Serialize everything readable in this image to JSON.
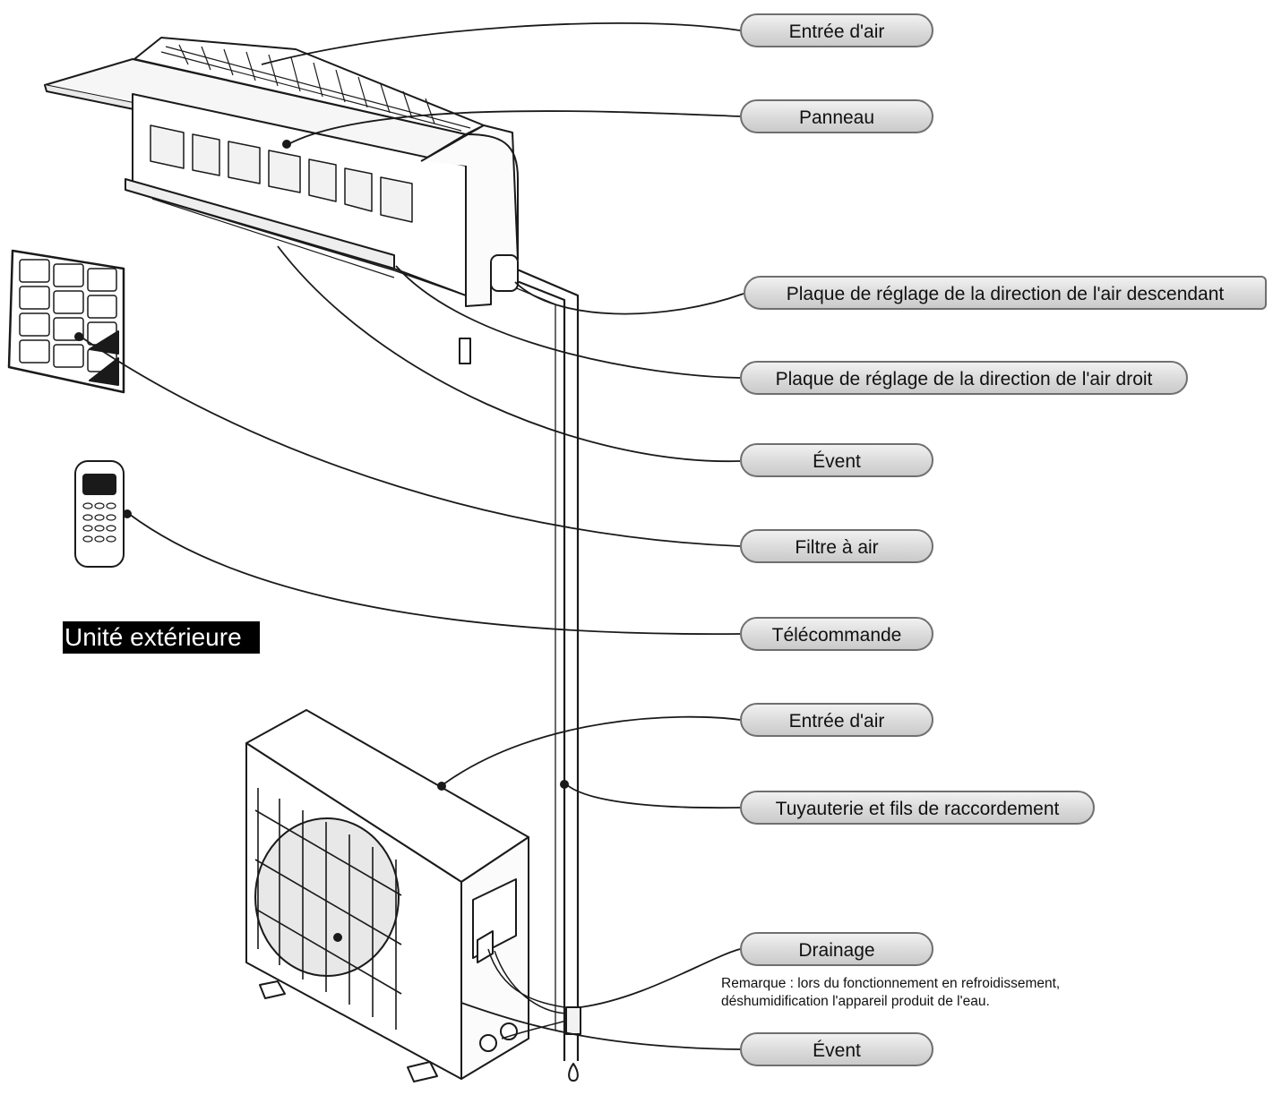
{
  "labels": {
    "air_intake_top": "Entrée d'air",
    "panel": "Panneau",
    "down_louver": "Plaque de réglage de la direction de l'air descendant",
    "right_louver": "Plaque de réglage de la direction de l'air droit",
    "vent_top": "Évent",
    "air_filter": "Filtre à air",
    "remote": "Télécommande",
    "air_intake_bottom": "Entrée d'air",
    "piping": "Tuyauterie et fils de raccordement",
    "drainage": "Drainage",
    "vent_bottom": "Évent"
  },
  "outdoor_title": "Unité extérieure",
  "note": "Remarque : lors du fonctionnement en refroidissement, déshumidification l'appareil produit de l'eau.",
  "colors": {
    "line": "#1a1a1a",
    "callout_border": "#6f6f6f",
    "callout_fill": "#dadada",
    "title_bg": "#000000"
  }
}
